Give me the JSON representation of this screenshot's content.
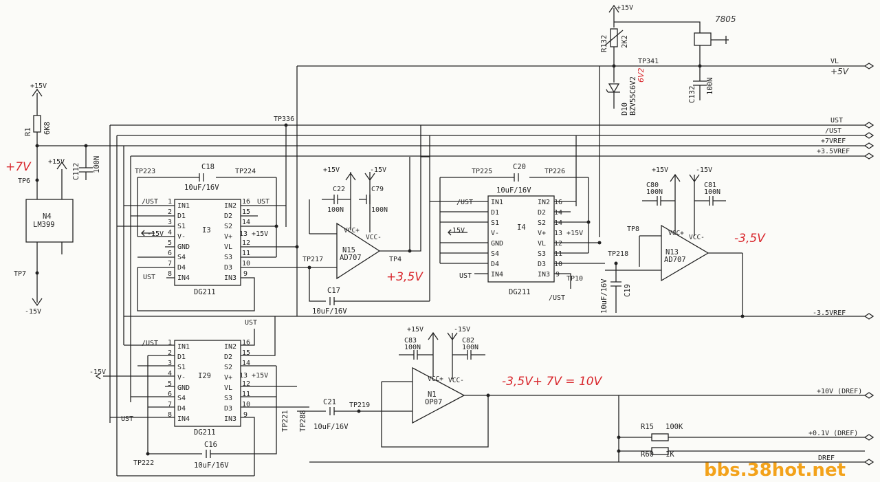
{
  "rails": {
    "p15": "+15V",
    "m15": "-15V"
  },
  "nets": {
    "vl": "VL",
    "ust": "UST",
    "nust": "/UST",
    "p7vref": "+7VREF",
    "p35vref": "+3.5VREF",
    "m35vref": "-3.5VREF",
    "p10v": "+10V (DREF)",
    "p01v": "+0.1V (DREF)",
    "dref": "DREF"
  },
  "hand": {
    "reg": "7805",
    "p5v": "+5V",
    "dz": "6V2"
  },
  "annotations": {
    "p7v": "+7V",
    "p35v": "+3,5V",
    "m35v": "-3,5V",
    "sum": "-3,5V+ 7V = 10V"
  },
  "watermark": "bbs.38hot.net",
  "parts": {
    "r132": {
      "ref": "R132",
      "val": "2K2"
    },
    "d10": {
      "ref": "D10",
      "val": "BZV55C6V2"
    },
    "c132": {
      "ref": "C132",
      "val": "100N"
    },
    "r1": {
      "ref": "R1",
      "val": "6K8"
    },
    "c112": {
      "ref": "C112",
      "val": "100N"
    },
    "n4": {
      "ref": "N4",
      "val": "LM399"
    },
    "c18": {
      "ref": "C18",
      "val": "10uF/16V"
    },
    "c17": {
      "ref": "C17",
      "val": "10uF/16V"
    },
    "c16": {
      "ref": "C16",
      "val": "10uF/16V"
    },
    "c20": {
      "ref": "C20",
      "val": "10uF/16V"
    },
    "c19": {
      "ref": "C19",
      "val": "10uF/16V"
    },
    "c21": {
      "ref": "C21",
      "val": "10uF/16V"
    },
    "c22": {
      "ref": "C22",
      "val": "100N"
    },
    "c79": {
      "ref": "C79",
      "val": "100N"
    },
    "c80": {
      "ref": "C80",
      "val": "100N"
    },
    "c81": {
      "ref": "C81",
      "val": "100N"
    },
    "c83": {
      "ref": "C83",
      "val": "100N"
    },
    "c82": {
      "ref": "C82",
      "val": "100N"
    },
    "r15": {
      "ref": "R15",
      "val": "100K"
    },
    "r60": {
      "ref": "R60",
      "val": "1K"
    },
    "n15": {
      "ref": "N15",
      "val": "AD707"
    },
    "n13": {
      "ref": "N13",
      "val": "AD707"
    },
    "n1": {
      "ref": "N1",
      "val": "OP07"
    },
    "i3": {
      "ref": "I3",
      "val": "DG211"
    },
    "i4": {
      "ref": "I4",
      "val": "DG211"
    },
    "i29": {
      "ref": "I29",
      "val": "DG211"
    }
  },
  "tps": {
    "tp6": "TP6",
    "tp7": "TP7",
    "tp336": "TP336",
    "tp341": "TP341",
    "tp223": "TP223",
    "tp224": "TP224",
    "tp225": "TP225",
    "tp226": "TP226",
    "tp217": "TP217",
    "tp4": "TP4",
    "tp8": "TP8",
    "tp218": "TP218",
    "tp10": "TP10",
    "tp219": "TP219",
    "tp221": "TP221",
    "tp288": "TP288",
    "tp222": "TP222"
  },
  "dg_pins": {
    "l": [
      "IN1",
      "D1",
      "S1",
      "V-",
      "GND",
      "S4",
      "D4",
      "IN4"
    ],
    "r": [
      "IN2",
      "D2",
      "S2",
      "V+",
      "VL",
      "S3",
      "D3",
      "IN3"
    ]
  },
  "opamp": {
    "vccp": "VCC+",
    "vccm": "VCC-"
  },
  "pins": [
    "1",
    "2",
    "3",
    "4",
    "5",
    "6",
    "7",
    "8",
    "9",
    "10",
    "11",
    "12",
    "13",
    "14",
    "15",
    "16"
  ],
  "misc": {
    "p15a": "13 +15V"
  }
}
